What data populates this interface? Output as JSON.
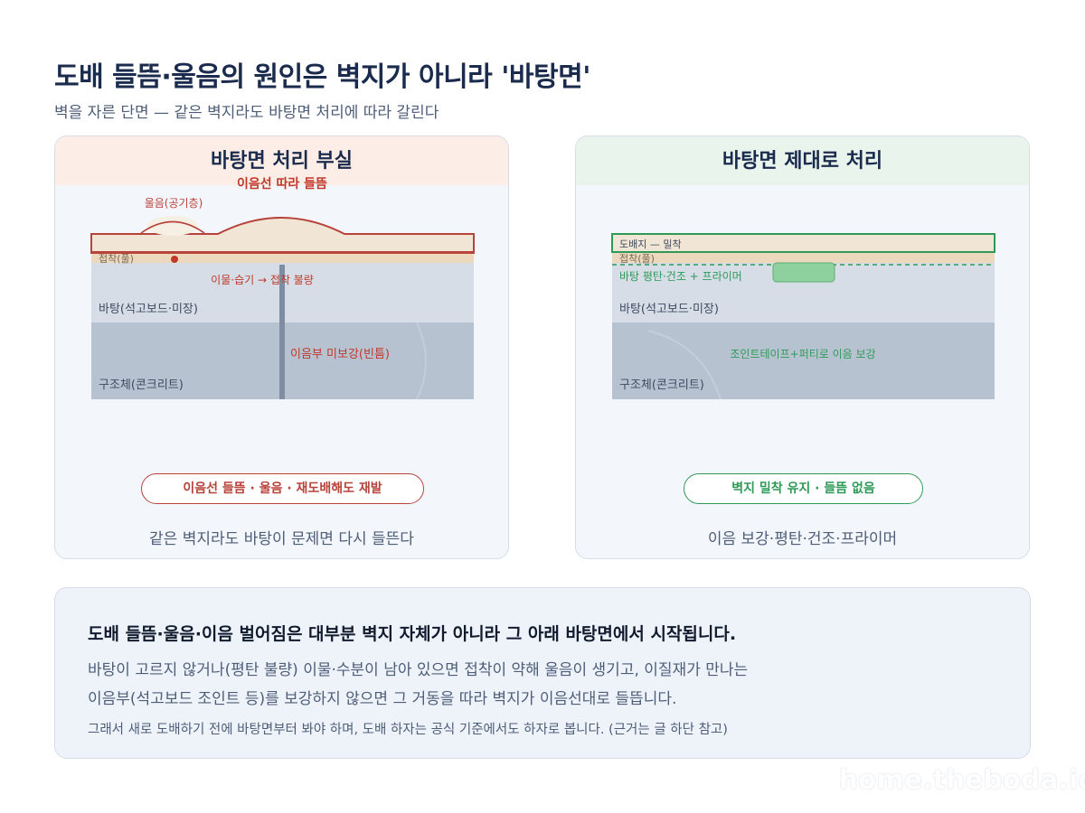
{
  "header": {
    "title": "도배 들뜸·울음의 원인은 벽지가 아니라 '바탕면'",
    "subtitle": "벽을 자른 단면 — 같은 벽지라도 바탕면 처리에 따라 갈린다"
  },
  "left_panel": {
    "title": "바탕면 처리 부실",
    "labels": {
      "seam_lift": "이음선 따라 들뜸",
      "bubble": "울음(공기층)",
      "glue": "접착(풀)",
      "moisture": "이물·습기 → 접착 불량",
      "base": "바탕(석고보드·미장)",
      "gap": "이음부 미보강(빈틈)",
      "structure": "구조체(콘크리트)"
    },
    "result_badge": "이음선 들뜸 · 울음 · 재도배해도 재발",
    "caption": "같은 벽지라도 바탕이 문제면 다시 들뜬다"
  },
  "right_panel": {
    "title": "바탕면 제대로 처리",
    "labels": {
      "wallpaper": "도배지 — 밀착",
      "glue": "접착(풀)",
      "primer": "바탕 평탄·건조 + 프라이머",
      "base": "바탕(석고보드·미장)",
      "joint_tape": "조인트테이프+퍼티로 이음 보강",
      "structure": "구조체(콘크리트)"
    },
    "result_badge": "벽지 밀착 유지 · 들뜸 없음",
    "caption": "이음 보강·평탄·건조·프라이머"
  },
  "summary": {
    "headline": "도배 들뜸·울음·이음 벌어짐은 대부분 벽지 자체가 아니라 그 아래 바탕면에서 시작됩니다.",
    "body_line1": "바탕이 고르지 않거나(평탄 불량) 이물·수분이 남아 있으면 접착이 약해 울음이 생기고, 이질재가 만나는",
    "body_line2": "이음부(석고보드 조인트 등)를 보강하지 않으면 그 거동을 따라 벽지가 이음선대로 들뜹니다.",
    "note": "그래서 새로 도배하기 전에 바탕면부터 봐야 하며, 도배 하자는 공식 기준에서도 하자로 봅니다. (근거는 글 하단 참고)"
  },
  "watermark": "home.theboda.io",
  "colors": {
    "bad": "#b8433a",
    "good": "#2f9a58",
    "wallpaper": "#f1e6d6",
    "base": "#d6dde6",
    "structure": "#b6c2d0",
    "heading": "#1b2b4e"
  }
}
